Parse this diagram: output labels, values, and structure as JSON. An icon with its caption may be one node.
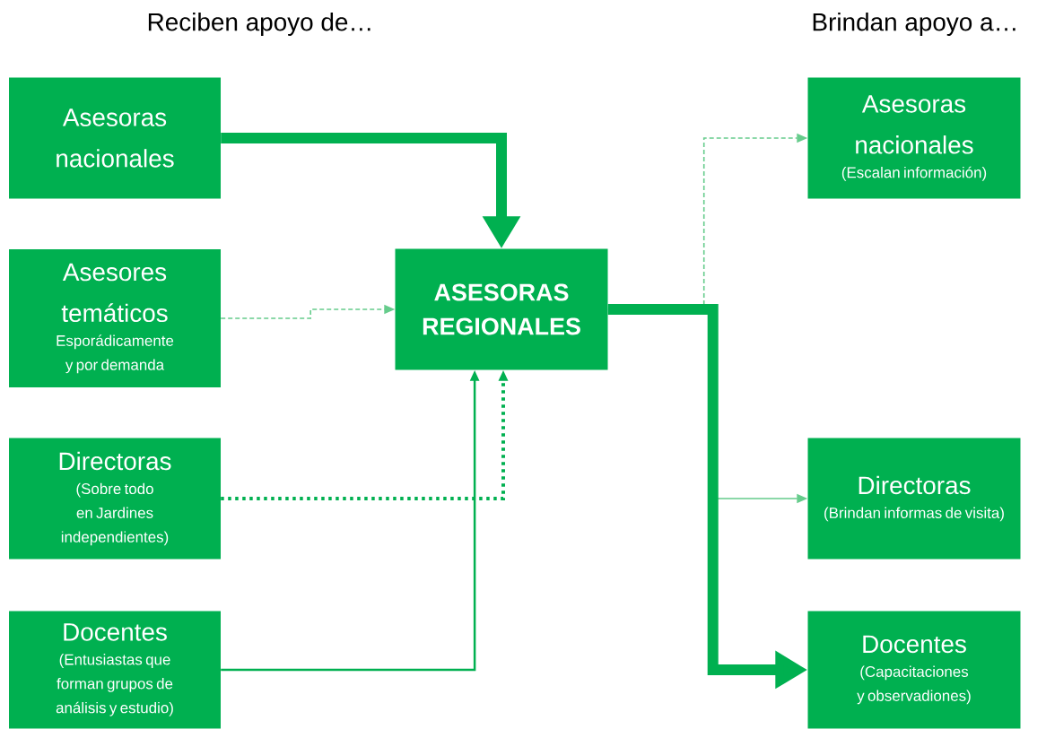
{
  "diagram": {
    "nodes": [
      {
        "text": [
          "Asesoras nacionales"
        ]
      },
      {
        "text": [
          "Asesores temáticos",
          "Esporádicamente y por demanda"
        ]
      },
      {
        "text": [
          "Directoras",
          "(Sobre todo en Jardines independientes)"
        ]
      },
      {
        "text": [
          "Docentes",
          "(Entusiastas que forman grupos de análisis y estudio)"
        ]
      },
      {
        "text": [
          "ASESORAS REGIONALES"
        ]
      },
      {
        "text": [
          "Asesoras nacionales",
          "(Escalan información)"
        ]
      },
      {
        "text": [
          "Directoras",
          "(Brindan informas de visita)"
        ]
      },
      {
        "text": [
          "Docentes",
          "(Capacitaciones y observadiones)"
        ]
      }
    ],
    "edges": [
      {
        "from": 0,
        "to": 4,
        "arrow": "to",
        "style": "thick"
      },
      {
        "from": 1,
        "to": 4,
        "arrow": "to",
        "style": "dashed",
        "color": "#66cc8c"
      },
      {
        "from": 2,
        "to": 4,
        "arrow": "to",
        "style": "dashed"
      },
      {
        "from": 3,
        "to": 4,
        "arrow": "to"
      },
      {
        "from": 4,
        "to": 5,
        "arrow": "to",
        "style": "dashed",
        "color": "#66cc8c"
      },
      {
        "from": 4,
        "to": 6,
        "arrow": "to",
        "color": "#66cc8c"
      },
      {
        "from": 4,
        "to": 7,
        "arrow": "to",
        "style": "thick"
      }
    ],
    "labels": [
      "Reciben apoyo de…",
      "Brindan apoyo a…"
    ]
  }
}
